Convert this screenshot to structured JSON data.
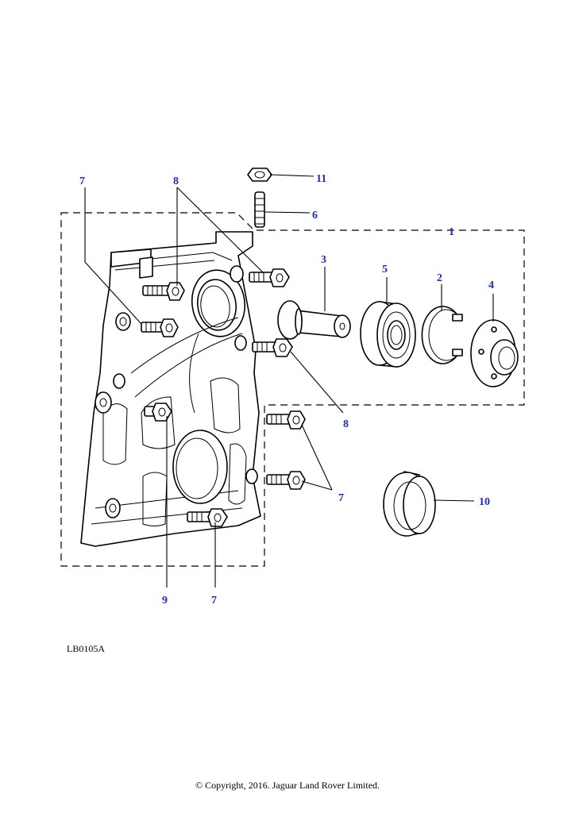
{
  "colors": {
    "callout": "#1a2fb5",
    "line": "#000000",
    "background": "#ffffff"
  },
  "callouts": {
    "c1": "1",
    "c2": "2",
    "c3": "3",
    "c4": "4",
    "c5": "5",
    "c6": "6",
    "c7a": "7",
    "c7b": "7",
    "c7c": "7",
    "c8a": "8",
    "c8b": "8",
    "c9": "9",
    "c10": "10",
    "c11": "11"
  },
  "diagram_ref": "LB0105A",
  "copyright": "© Copyright, 2016. Jaguar Land Rover Limited."
}
